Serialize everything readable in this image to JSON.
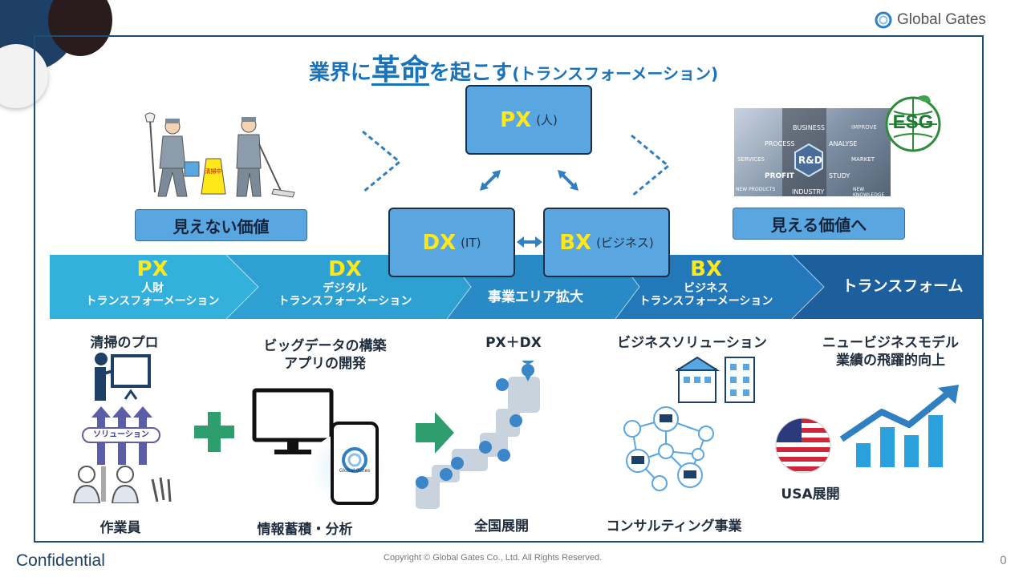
{
  "brand": {
    "logo_text": "Global Gates"
  },
  "title": {
    "part1": "業界に",
    "emph": "革命",
    "part2": "を起こす",
    "paren": "(トランスフォーメーション)"
  },
  "px_box": {
    "main": "PX",
    "sub": "(人)"
  },
  "dx_box": {
    "main": "DX",
    "sub": "(IT)"
  },
  "bx_box": {
    "main": "BX",
    "sub": "(ビジネス)"
  },
  "left_value": "見えない価値",
  "right_value": "見える価値へ",
  "esg_text": "ESG",
  "rd_words": [
    "BUSINESS",
    "IMPROVE",
    "PROCESS",
    "ANALYSE",
    "SERVICES",
    "MARKET",
    "PROFIT",
    "STUDY",
    "R&D",
    "INDUSTRY",
    "NEW PRODUCTS",
    "NEW KNOWLEDGE"
  ],
  "sign_text": "清掃中",
  "bar": {
    "px": {
      "big": "PX",
      "l1": "人財",
      "l2": "トランスフォーメーション"
    },
    "dx": {
      "big": "DX",
      "l1": "デジタル",
      "l2": "トランスフォーメーション"
    },
    "area": "事業エリア拡大",
    "bx": {
      "big": "BX",
      "l1": "ビジネス",
      "l2": "トランスフォーメーション"
    },
    "transform": "トランスフォーム"
  },
  "cols": {
    "c1_top": "清掃のプロ",
    "c1_solution": "ソリューション",
    "c1_bottom": "作業員",
    "c2_top1": "ビッグデータの構築",
    "c2_top2": "アプリの開発",
    "c2_phone": "Global Gates",
    "c2_bottom": "情報蓄積・分析",
    "c3_top": "PX＋DX",
    "c3_bottom": "全国展開",
    "c4_top": "ビジネスソリューション",
    "c4_bottom": "コンサルティング事業",
    "c5_top1": "ニュービジネスモデル",
    "c5_top2": "業績の飛躍的向上",
    "c5_usa": "USA展開"
  },
  "footer": {
    "confidential": "Confidential",
    "copyright": "Copyright © Global Gates Co., Ltd. All Rights Reserved.",
    "page": "0"
  },
  "colors": {
    "accent": "#1a73b8",
    "box": "#5aa6e0",
    "yellow": "#ffe81a",
    "navy": "#1e3f66",
    "green": "#2e9e6e"
  }
}
